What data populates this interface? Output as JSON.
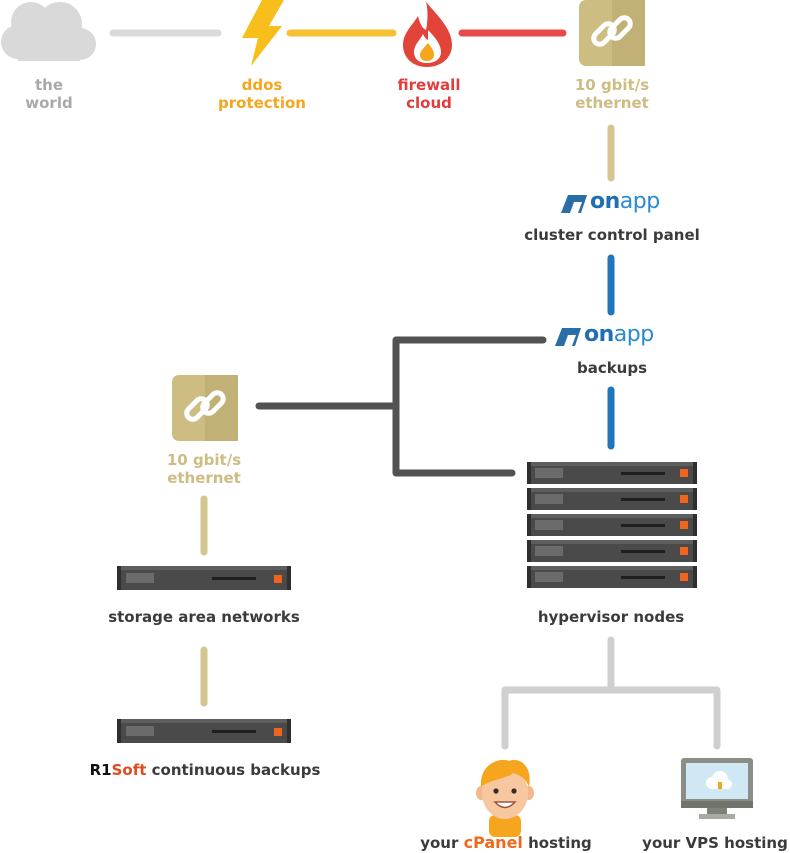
{
  "colors": {
    "gray_line": "#dadada",
    "orange": "#f6a61e",
    "red": "#e23c3c",
    "tan": "#cdbd83",
    "blue": "#1f76bb",
    "dark_line": "#4f4f4f",
    "server": "#4a4a4a",
    "led": "#f0641e"
  },
  "nodes": {
    "world": {
      "line1": "the",
      "line2": "world",
      "icon": "cloud-icon"
    },
    "ddos": {
      "line1": "ddos",
      "line2": "protection",
      "icon": "lightning-icon"
    },
    "firewall": {
      "line1": "firewall",
      "line2": "cloud",
      "icon": "flame-icon"
    },
    "ethernet_top": {
      "line1": "10 gbit/s",
      "line2": "ethernet",
      "icon": "chain-link-icon"
    },
    "onapp_cluster": {
      "logo_bold": "on",
      "logo_light": "app",
      "label": "cluster control panel"
    },
    "onapp_backups": {
      "logo_bold": "on",
      "logo_light": "app",
      "label": "backups"
    },
    "ethernet_left": {
      "line1": "10 gbit/s",
      "line2": "ethernet",
      "icon": "chain-link-icon"
    },
    "hypervisor": {
      "label": "hypervisor nodes",
      "icon": "server-stack-icon"
    },
    "storage": {
      "label": "storage area networks",
      "icon": "server-icon"
    },
    "r1soft": {
      "brand_r1": "R1",
      "brand_soft": "Soft",
      "label": " continuous backups",
      "icon": "server-icon"
    },
    "cpanel": {
      "prefix": "your ",
      "brand": "cPanel",
      "suffix": " hosting",
      "icon": "person-avatar-icon"
    },
    "vps": {
      "label": "your VPS hosting",
      "icon": "monitor-cloud-icon"
    }
  }
}
